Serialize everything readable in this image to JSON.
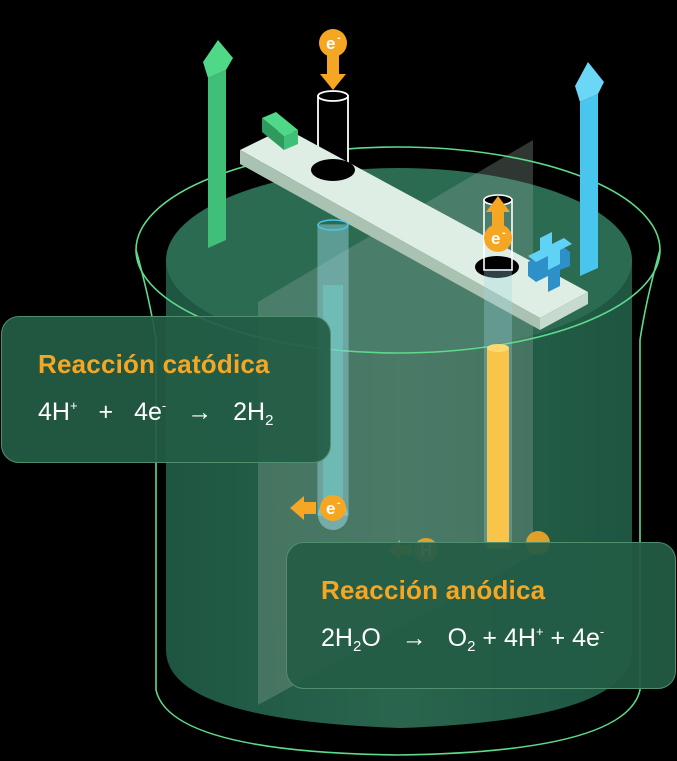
{
  "cathode": {
    "title": "Reacción catódica",
    "equation": {
      "reactant1": "4H",
      "reactant1_charge": "+",
      "plus": "+",
      "reactant2": "4e",
      "reactant2_charge": "-",
      "arrow": "→",
      "product": "2H",
      "product_sub": "2"
    }
  },
  "anode": {
    "title": "Reacción anódica",
    "equation": {
      "reactant": "2H",
      "reactant_sub": "2",
      "reactant_tail": "O",
      "arrow": "→",
      "product1": "O",
      "product1_sub": "2",
      "plus1": "+",
      "product2": "4H",
      "product2_charge": "+",
      "plus2": "+",
      "product3": "4e",
      "product3_charge": "-"
    }
  },
  "labels": {
    "electron": "e",
    "electron_charge": "-",
    "hydrogen": "H"
  },
  "colors": {
    "background": "#000000",
    "beaker_outline": "#5fd98a",
    "water": "#245c46",
    "membrane": "#8fa89a",
    "cathode_tube": "#9ad8e6",
    "anode_tube": "#f9c44a",
    "electron": "#f5a623",
    "arrow_green": "#3fbf77",
    "arrow_blue": "#49c6ee",
    "card_title": "#f5a623"
  },
  "icons": [
    "electron-icon",
    "negative-terminal-icon",
    "positive-terminal-icon",
    "up-arrow-icon",
    "down-arrow-icon"
  ]
}
